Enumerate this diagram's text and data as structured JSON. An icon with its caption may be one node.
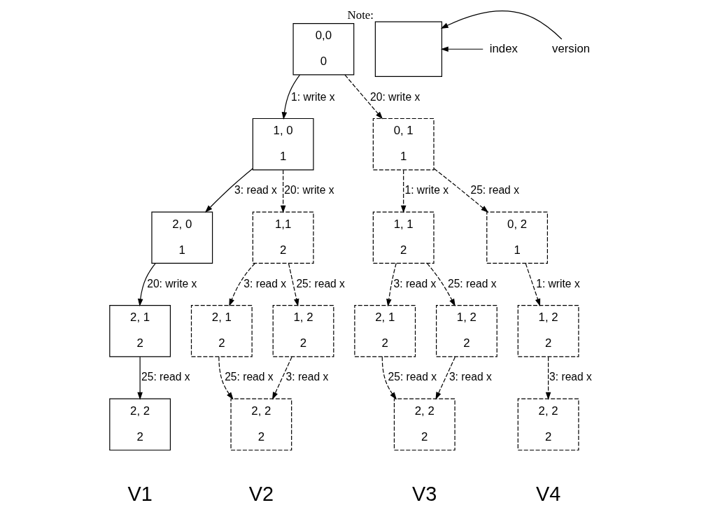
{
  "diagram": {
    "nodes": [
      {
        "text": [
          "0,0",
          "0"
        ]
      },
      {
        "text": [
          "1, 0",
          "1"
        ]
      },
      {
        "text": [
          "0, 1",
          "1"
        ]
      },
      {
        "text": [
          "2, 0",
          "1"
        ]
      },
      {
        "text": [
          "1,1",
          "2"
        ]
      },
      {
        "text": [
          "1, 1",
          "2"
        ]
      },
      {
        "text": [
          "0, 2",
          "1"
        ]
      },
      {
        "text": [
          "2, 1",
          "2"
        ]
      },
      {
        "text": [
          "2, 1",
          "2"
        ]
      },
      {
        "text": [
          "1, 2",
          "2"
        ]
      },
      {
        "text": [
          "2, 1",
          "2"
        ]
      },
      {
        "text": [
          "1, 2",
          "2"
        ]
      },
      {
        "text": [
          "1, 2",
          "2"
        ]
      },
      {
        "text": [
          "2, 2",
          "2"
        ]
      },
      {
        "text": [
          "2, 2",
          "2"
        ]
      },
      {
        "text": [
          "2, 2",
          "2"
        ]
      },
      {
        "text": [
          "2, 2",
          "2"
        ]
      },
      {
        "text": [
          "Note:"
        ]
      },
      {
        "text": [
          "index"
        ]
      },
      {
        "text": [
          "version"
        ]
      }
    ],
    "edges": [
      {
        "from": 0,
        "to": 1,
        "arrow": "to",
        "label": "1: write x"
      },
      {
        "from": 0,
        "to": 2,
        "arrow": "to",
        "label": "20: write x",
        "style": "dashed"
      },
      {
        "from": 1,
        "to": 3,
        "arrow": "to",
        "label": "3: read x"
      },
      {
        "from": 1,
        "to": 4,
        "arrow": "to",
        "label": "20: write x",
        "style": "dashed"
      },
      {
        "from": 2,
        "to": 5,
        "arrow": "to",
        "label": "1: write x",
        "style": "dashed"
      },
      {
        "from": 2,
        "to": 6,
        "arrow": "to",
        "label": "25: read x",
        "style": "dashed"
      },
      {
        "from": 3,
        "to": 7,
        "arrow": "to",
        "label": "20: write x"
      },
      {
        "from": 4,
        "to": 8,
        "arrow": "to",
        "label": "3: read x",
        "style": "dashed"
      },
      {
        "from": 4,
        "to": 9,
        "arrow": "to",
        "label": "25: read x",
        "style": "dashed"
      },
      {
        "from": 5,
        "to": 10,
        "arrow": "to",
        "label": "3: read x",
        "style": "dashed"
      },
      {
        "from": 5,
        "to": 11,
        "arrow": "to",
        "label": "25: read x",
        "style": "dashed"
      },
      {
        "from": 6,
        "to": 12,
        "arrow": "to",
        "label": "1: write x",
        "style": "dashed"
      },
      {
        "from": 7,
        "to": 13,
        "arrow": "to",
        "label": "25: read x"
      },
      {
        "from": 8,
        "to": 14,
        "arrow": "to",
        "label": "25: read x",
        "style": "dashed"
      },
      {
        "from": 9,
        "to": 14,
        "arrow": "to",
        "label": "3: read x",
        "style": "dashed"
      },
      {
        "from": 10,
        "to": 15,
        "arrow": "to",
        "label": "25: read x",
        "style": "dashed"
      },
      {
        "from": 11,
        "to": 15,
        "arrow": "to",
        "label": "3: read x",
        "style": "dashed"
      },
      {
        "from": 12,
        "to": 16,
        "arrow": "to",
        "label": "3: read x",
        "style": "dashed"
      },
      {
        "from": 18,
        "to": 17,
        "arrow": "to"
      },
      {
        "from": 19,
        "to": 17,
        "arrow": "to"
      }
    ],
    "labels": [
      "V1",
      "V2",
      "V3",
      "V4"
    ]
  }
}
